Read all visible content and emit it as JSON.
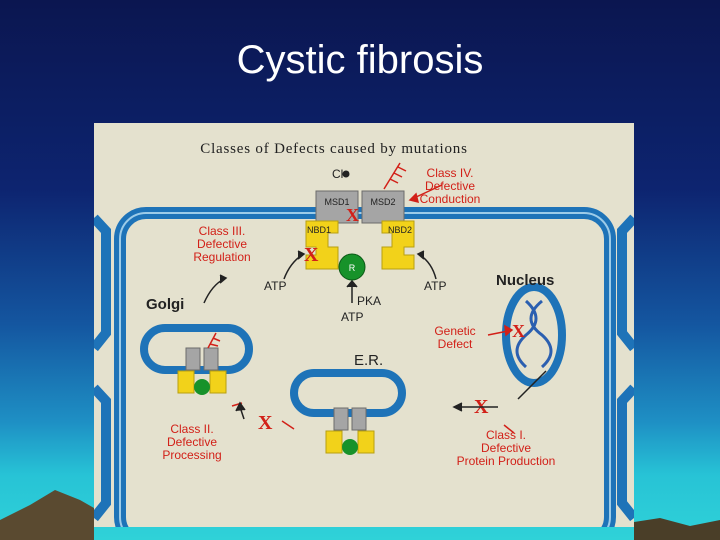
{
  "slide": {
    "title": "Cystic fibrosis"
  },
  "figure": {
    "heading": "Classes of Defects caused by mutations",
    "labels": {
      "cl": "Cl⁻",
      "msd1": "MSD1",
      "msd2": "MSD2",
      "nbd1": "NBD1",
      "nbd2": "NBD2",
      "r_domain": "R",
      "atp_left": "ATP",
      "atp_right": "ATP",
      "pka": "PKA",
      "atp_bottom": "ATP",
      "golgi": "Golgi",
      "er": "E.R.",
      "nucleus": "Nucleus",
      "class4": [
        "Class IV.",
        "Defective",
        "Conduction"
      ],
      "class3": [
        "Class III.",
        "Defective",
        "Regulation"
      ],
      "class2": [
        "Class II.",
        "Defective",
        "Processing"
      ],
      "class1": [
        "Class I.",
        "Defective",
        "Protein Production"
      ],
      "genetic": [
        "Genetic",
        "Defect"
      ],
      "x_mark": "X"
    }
  },
  "colors": {
    "membrane": "#1e73b8",
    "red": "#d22018",
    "yellow": "#f2d21a",
    "green": "#17922a",
    "gray": "#a5a5a5"
  }
}
